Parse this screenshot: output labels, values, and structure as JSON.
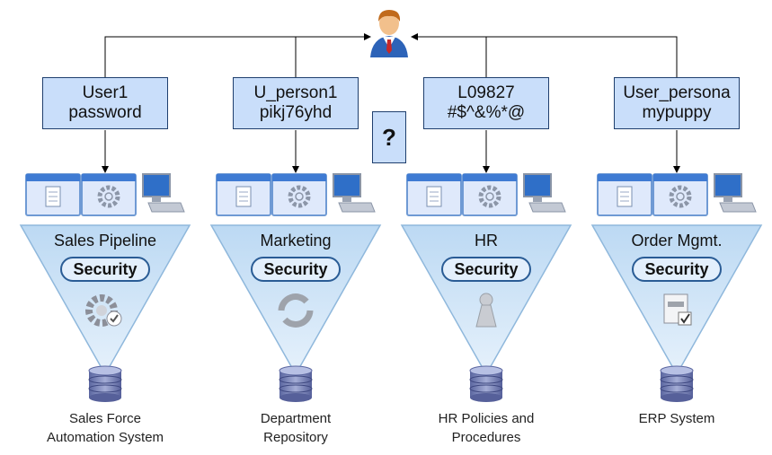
{
  "unknown_box": "?",
  "columns": [
    {
      "username": "User1",
      "password": "password",
      "app": "Sales Pipeline",
      "security": "Security",
      "system_lines": [
        "Sales Force",
        "Automation System"
      ],
      "icon": "gear-check-icon"
    },
    {
      "username": "U_person1",
      "password": "pikj76yhd",
      "app": "Marketing",
      "security": "Security",
      "system_lines": [
        "Department",
        "Repository"
      ],
      "icon": "recycle-arrows-icon"
    },
    {
      "username": "L09827",
      "password": "#$^&%*@",
      "app": "HR",
      "security": "Security",
      "system_lines": [
        "HR Policies and",
        "Procedures"
      ],
      "icon": "pawn-icon"
    },
    {
      "username": "User_persona",
      "password": "mypuppy",
      "app": "Order Mgmt.",
      "security": "Security",
      "system_lines": [
        "ERP System"
      ],
      "icon": "document-check-icon"
    }
  ],
  "colors": {
    "box_fill": "#c9defa",
    "box_border": "#1f3f6e",
    "funnel_fill": "#cfe4f7",
    "funnel_border": "#8fb8dc",
    "database": "#6b78b0",
    "connector": "#000000"
  }
}
